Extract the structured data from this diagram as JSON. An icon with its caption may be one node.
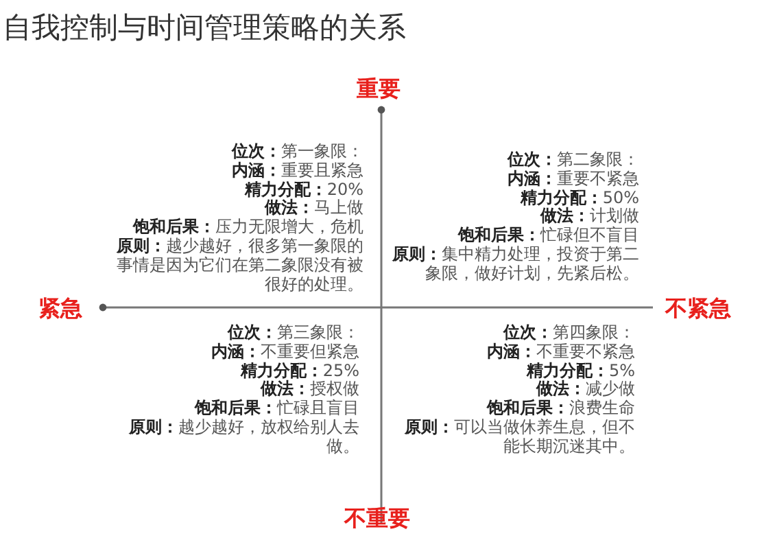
{
  "diagram": {
    "title": "自我控制与时间管理策略的关系",
    "labels": [
      "重要",
      "**位次：**第一象限：",
      "**内涵：**重要且紧急",
      "**精力分配：**20%",
      "**做法：**马上做",
      "**饱和后果：**压力无限增大，危机",
      "**原则：**越少越好，很多第一象限的事情是因为它们在第二象限没有被很好的处理。",
      "**位次：**第二象限：",
      "**内涵：**重要不紧急",
      "**精力分配：**50%",
      "**做法：**计划做",
      "**饱和后果：**忙碌但不盲目",
      "**原则：**集中精力处理，投资于第二象限，做好计划，先紧后松。",
      "紧急",
      "不紧急",
      "**位次：**第三象限：",
      "**内涵：**不重要但紧急",
      "**精力分配：**25%",
      "**做法：**授权做",
      "**饱和后果：**忙碌且盲目",
      "**原则：**越少越好，放权给别人去做。",
      "**位次：**第四象限：",
      "**内涵：**不重要不紧急",
      "**精力分配：**5%",
      "**做法：**减少做",
      "**饱和后果：**浪费生命",
      "**原则：**可以当做休养生息，但不能长期沉迷其中。",
      "不重要"
    ]
  }
}
